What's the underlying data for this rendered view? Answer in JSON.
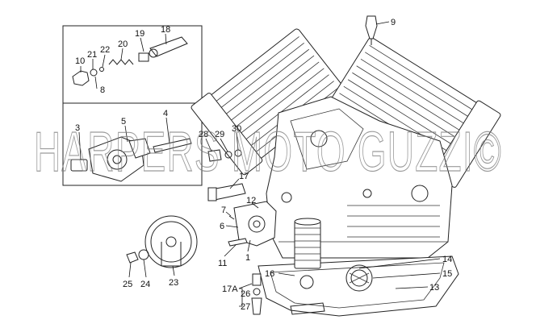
{
  "watermark": "HARPERS MOTO GUZZI©",
  "callouts": [
    {
      "id": "c9",
      "text": "9"
    },
    {
      "id": "c10",
      "text": "10"
    },
    {
      "id": "c21",
      "text": "21"
    },
    {
      "id": "c22",
      "text": "22"
    },
    {
      "id": "c20",
      "text": "20"
    },
    {
      "id": "c19",
      "text": "19"
    },
    {
      "id": "c18",
      "text": "18"
    },
    {
      "id": "c8",
      "text": "8"
    },
    {
      "id": "c3",
      "text": "3"
    },
    {
      "id": "c5",
      "text": "5"
    },
    {
      "id": "c4",
      "text": "4"
    },
    {
      "id": "c28",
      "text": "28"
    },
    {
      "id": "c29",
      "text": "29"
    },
    {
      "id": "c30",
      "text": "30"
    },
    {
      "id": "c17",
      "text": "17"
    },
    {
      "id": "c12",
      "text": "12"
    },
    {
      "id": "c7",
      "text": "7"
    },
    {
      "id": "c6",
      "text": "6"
    },
    {
      "id": "c11",
      "text": "11"
    },
    {
      "id": "c1",
      "text": "1"
    },
    {
      "id": "c16",
      "text": "16"
    },
    {
      "id": "c14",
      "text": "14"
    },
    {
      "id": "c15",
      "text": "15"
    },
    {
      "id": "c13",
      "text": "13"
    },
    {
      "id": "c17A",
      "text": "17A"
    },
    {
      "id": "c26",
      "text": "26"
    },
    {
      "id": "c27",
      "text": "27"
    },
    {
      "id": "c25",
      "text": "25"
    },
    {
      "id": "c24",
      "text": "24"
    },
    {
      "id": "c23",
      "text": "23"
    }
  ]
}
